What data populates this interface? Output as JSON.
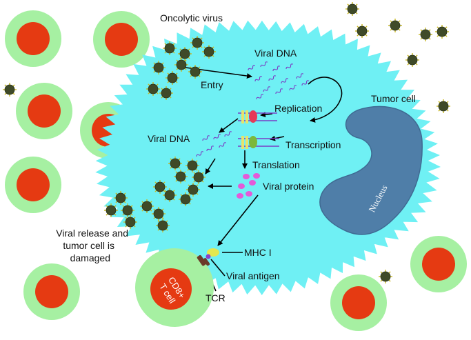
{
  "labels": {
    "oncolytic_virus": "Oncolytic virus",
    "viral_dna_top": "Viral DNA",
    "entry": "Entry",
    "replication": "Replication",
    "tumor_cell": "Tumor cell",
    "viral_dna_left": "Viral DNA",
    "transcription": "Transcription",
    "translation": "Translation",
    "viral_protein": "Viral protein",
    "nucleus": "Nucleus",
    "release_line1": "Viral release and",
    "release_line2": "tumor cell is",
    "release_line3": "damaged",
    "mhc": "MHC I",
    "cd8_line1": "CD8+",
    "cd8_line2": "T cell",
    "viral_antigen": "Viral antigen",
    "tcr": "TCR"
  },
  "colors": {
    "tumor_cytoplasm": "#6FF0F4",
    "nucleus": "#4F7EA8",
    "cell_outer": "#A6F0A2",
    "cell_inner": "#E53A12",
    "virus": "#3F4A28",
    "virus_spike": "#C9B820",
    "protein": "#E45AD8",
    "mrna_line": "#7A3DC4"
  }
}
